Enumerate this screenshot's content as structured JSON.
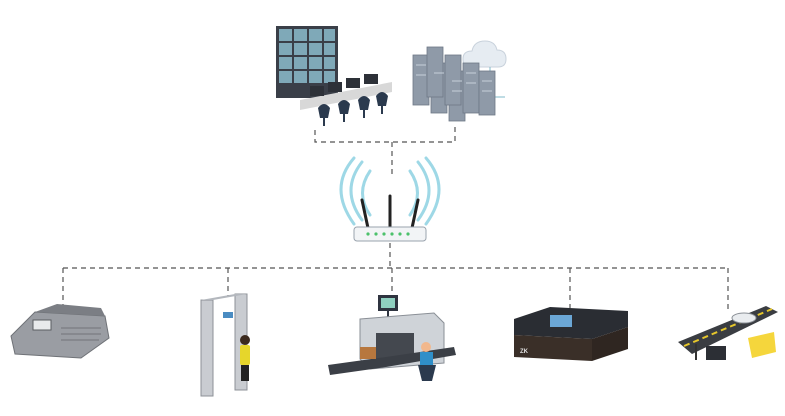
{
  "diagram": {
    "background": "#ffffff",
    "connector_color": "#555555",
    "connector_style": "dashed",
    "top_nodes": [
      {
        "name": "monitoring-control-room",
        "icon": "control-room-icon"
      },
      {
        "name": "server-rack-cluster",
        "icon": "server-rack-icon"
      },
      {
        "name": "cloud",
        "icon": "cloud-icon"
      }
    ],
    "hub": {
      "name": "wireless-router",
      "icon": "wifi-router-icon",
      "signal_color": "#9ed8e6"
    },
    "bottom_nodes": [
      {
        "name": "handheld-explosive-trace-detector",
        "icon": "trace-detector-icon"
      },
      {
        "name": "walk-through-metal-detector",
        "icon": "metal-detector-gate-icon"
      },
      {
        "name": "x-ray-baggage-scanner",
        "icon": "xray-scanner-icon"
      },
      {
        "name": "desktop-explosive-detector",
        "icon": "desktop-detector-icon",
        "brand_text": "ZK"
      },
      {
        "name": "under-vehicle-inspection-system",
        "icon": "vehicle-inspection-icon"
      }
    ]
  }
}
